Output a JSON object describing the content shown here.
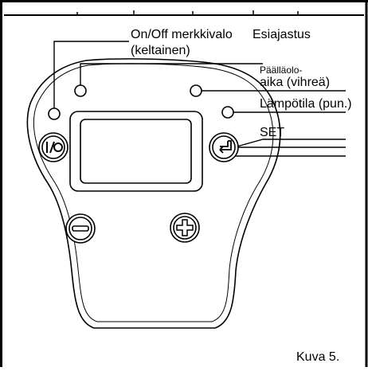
{
  "labels": {
    "onoff_led": "On/Off merkkivalo",
    "preheat": "Esiajastus",
    "preheat_color": "(keltainen)",
    "ontime_line1": "Päälläolo-",
    "ontime_line2": "aika (vihreä)",
    "temperature": "Lämpötila (pun.)",
    "set": "SET",
    "caption": "Kuva 5."
  },
  "colors": {
    "ink": "#000000",
    "background": "#ffffff"
  },
  "buttons": {
    "power_icon": "power-on-off-icon",
    "minus_icon": "minus-icon",
    "plus_icon": "plus-icon",
    "set_icon": "enter-return-icon"
  }
}
